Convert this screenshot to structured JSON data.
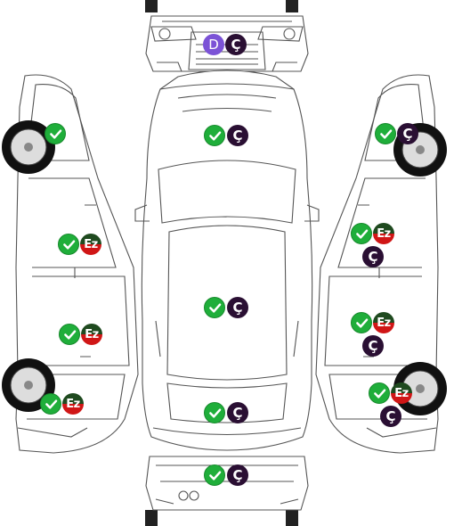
{
  "badges": {
    "ok_icon": "check-mark-icon",
    "c_label": "Ç",
    "d_label": "D",
    "ez_label": "Ez"
  },
  "colors": {
    "ok": "#1fae3a",
    "c": "#2a0f33",
    "d": "#7b52d6",
    "ez_top": "#1f4a1f",
    "ez_bottom": "#d01616"
  }
}
